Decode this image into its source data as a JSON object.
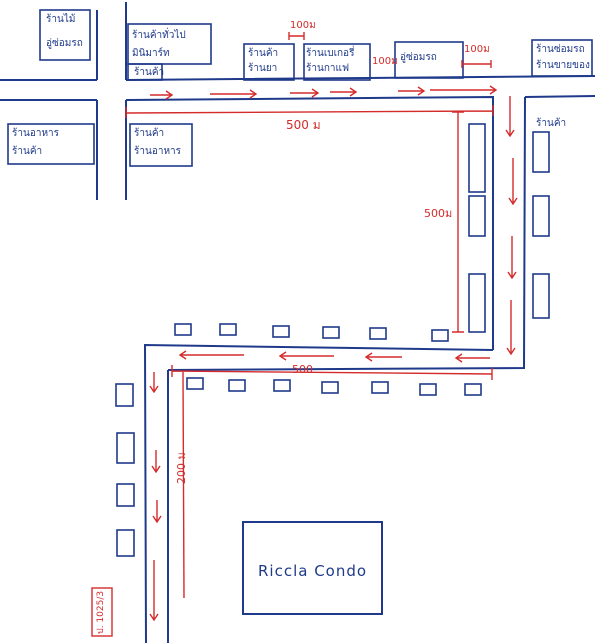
{
  "map": {
    "landmark": "Riccla Condo",
    "dist_top": "500 ม",
    "dist_right": "500ม",
    "dist_bottom": "500",
    "dist_left": "200 ม",
    "dist_100a": "100ม",
    "dist_100b": "100ม",
    "dist_100c": "100ม",
    "bottom_building": "ป. 1025/3",
    "shops": {
      "tl_top": "ร้านไม้",
      "tl_bottom": "อู่ซ่อมรถ",
      "top1_a": "ร้านค้าทั่วไป",
      "top1_b": "มินิมาร์ท",
      "top1_c": "ร้านค้า",
      "top2_a": "ร้านค้า",
      "top2_b": "ร้านยา",
      "top3_a": "ร้านเบเกอรี่",
      "top3_b": "ร้านกาแฟ",
      "top4": "อู่ซ่อมรถ",
      "tr_a": "ร้านซ่อมรถ",
      "tr_b": "ร้านขายของ",
      "left_a": "ร้านอาหาร",
      "left_b": "ร้านค้า",
      "mid_a": "ร้านค้า",
      "mid_b": "ร้านอาหาร",
      "right_label": "ร้านค้า"
    }
  }
}
